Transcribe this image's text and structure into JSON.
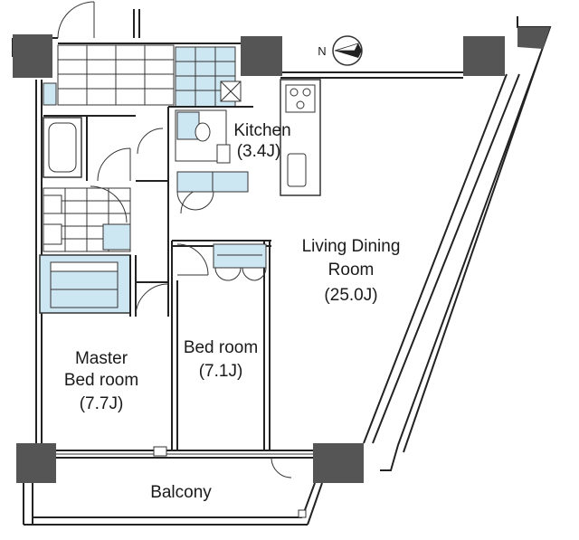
{
  "rooms": {
    "kitchen": {
      "name": "Kitchen",
      "size": "(3.4J)"
    },
    "living": {
      "line1": "Living Dining",
      "line2": "Room",
      "size": "(25.0J)"
    },
    "bedroom": {
      "name": "Bed room",
      "size": "(7.1J)"
    },
    "master": {
      "line1": "Master",
      "line2": "Bed room",
      "size": "(7.7J)"
    },
    "balcony": {
      "name": "Balcony"
    }
  },
  "compass": {
    "label": "N",
    "icon": "north-arrow-icon"
  },
  "colors": {
    "wall": "#555555",
    "line": "#222222",
    "water_area": "#cce6f2",
    "pillar": "#555555"
  }
}
